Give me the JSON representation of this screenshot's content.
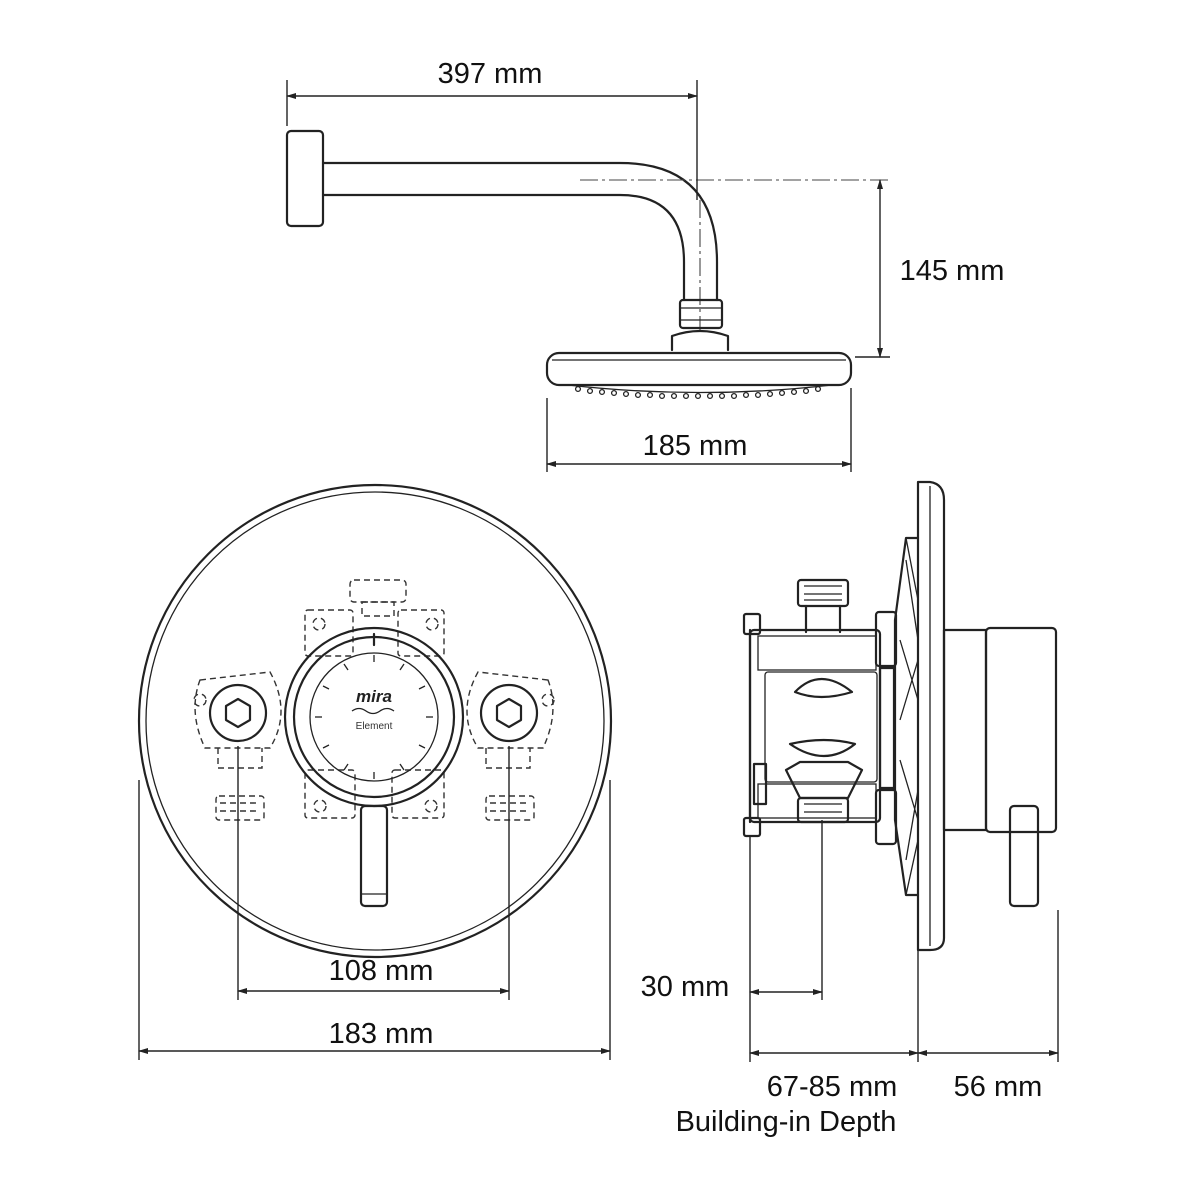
{
  "dimensions": {
    "arm_length": "397 mm",
    "arm_drop": "145 mm",
    "head_diameter": "185 mm",
    "inlet_centres": "108 mm",
    "plate_diameter": "183 mm",
    "outlet_offset": "30 mm",
    "building_in_depth": "67-85 mm",
    "building_in_label": "Building-in Depth",
    "projection": "56 mm"
  },
  "logo": {
    "brand": "mira",
    "model": "Element"
  }
}
